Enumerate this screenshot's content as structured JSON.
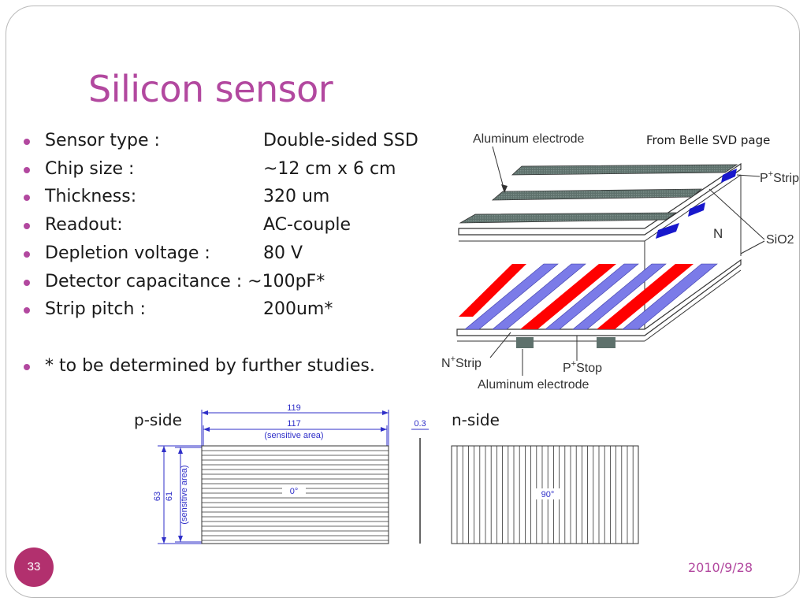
{
  "slide": {
    "title": "Silicon sensor",
    "page_number": "33",
    "date": "2010/9/28"
  },
  "bullets": [
    {
      "label": "Sensor type :",
      "value": "Double-sided SSD"
    },
    {
      "label": "Chip size :",
      "value": "~12 cm x 6 cm"
    },
    {
      "label": "Thickness:",
      "value": "320 um"
    },
    {
      "label": "Readout:",
      "value": "AC-couple"
    },
    {
      "label": "Depletion voltage :",
      "value": "80 V"
    },
    {
      "label": "Detector capacitance : ~100pF*",
      "value": ""
    },
    {
      "label": "Strip pitch :",
      "value": "200um*"
    },
    {
      "label": "* to be determined by further studies.",
      "value": ""
    }
  ],
  "diagram": {
    "credit": "From Belle SVD page",
    "labels": {
      "aluminum_top": "Aluminum electrode",
      "p_strip_p": "P",
      "p_strip_sup": "+",
      "p_strip_word": "Strip",
      "n_region": "N",
      "sio2": "SiO2",
      "n_strip_n": "N",
      "n_strip_sup": "+",
      "n_strip_word": "Strip",
      "p_stop_p": "P",
      "p_stop_sup": "+",
      "p_stop_word": "Stop",
      "aluminum_bottom": "Aluminum electrode"
    },
    "colors": {
      "red_strip": "#ff0000",
      "blue_strip": "#7b7be8",
      "electrode": "#5a6e6a",
      "p_implant": "#1818cc"
    }
  },
  "drawing": {
    "p_side_label": "p-side",
    "n_side_label": "n-side",
    "dim_119": "119",
    "dim_117": "117",
    "sensitive_area_h": "(sensitive area)",
    "dim_03": "0.3",
    "dim_63": "63",
    "dim_61": "61",
    "sensitive_area_v": "(sensitive area)",
    "angle_p": "0°",
    "angle_n": "90°",
    "dimension_color": "#2f2fc8"
  }
}
